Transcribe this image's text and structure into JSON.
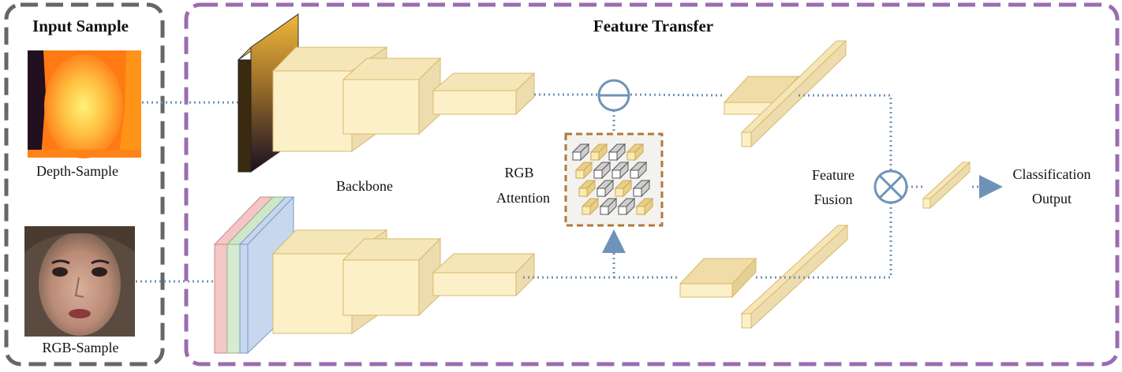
{
  "input_panel": {
    "title": "Input Sample",
    "depth_label": "Depth-Sample",
    "rgb_label": "RGB-Sample"
  },
  "transfer_panel": {
    "title": "Feature Transfer"
  },
  "labels": {
    "backbone": "Backbone",
    "rgb_attention_line1": "RGB",
    "rgb_attention_line2": "Attention",
    "fusion_line1": "Feature",
    "fusion_line2": "Fusion",
    "output_line1": "Classification",
    "output_line2": "Output"
  },
  "icons": {
    "subtract": "minus-circle-icon",
    "multiply": "times-circle-icon"
  },
  "colors": {
    "input_border": "#666666",
    "transfer_border": "#9b6cb0",
    "block_fill": "#fcf0c8",
    "block_stroke": "#d9b86a",
    "connector": "#6f93b8",
    "attention_border": "#b07a3a"
  }
}
